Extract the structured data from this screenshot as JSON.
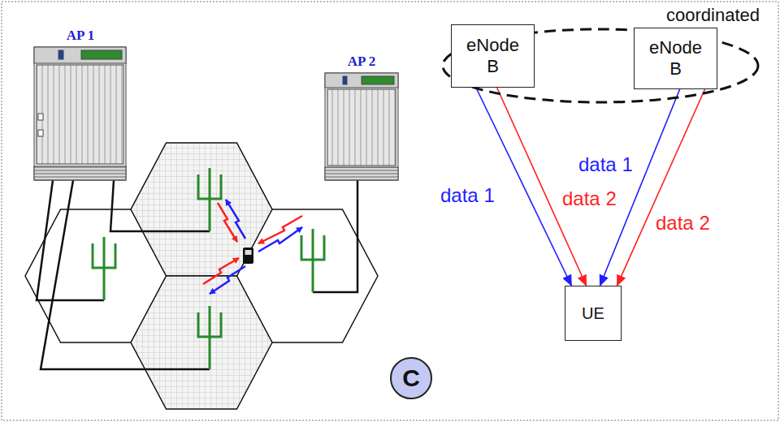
{
  "diagram": {
    "nodes": [
      {
        "text": [
          "AP 1"
        ]
      },
      {
        "text": [
          "AP 2"
        ]
      },
      {
        "text": [
          "coordinated"
        ]
      },
      {
        "text": [
          "eNode B"
        ],
        "in": 2
      },
      {
        "text": [
          "eNode B"
        ],
        "in": 2
      },
      {
        "text": [
          "UE"
        ]
      },
      {
        "text": [
          "C"
        ]
      }
    ],
    "edges": [
      {
        "from": 3,
        "to": 5,
        "arrow": "to",
        "label": "data 1"
      },
      {
        "from": 3,
        "to": 5,
        "arrow": "to",
        "label": "data 2"
      },
      {
        "from": 4,
        "to": 5,
        "arrow": "to",
        "label": "data 1"
      },
      {
        "from": 4,
        "to": 5,
        "arrow": "to",
        "label": "data 2"
      }
    ]
  }
}
